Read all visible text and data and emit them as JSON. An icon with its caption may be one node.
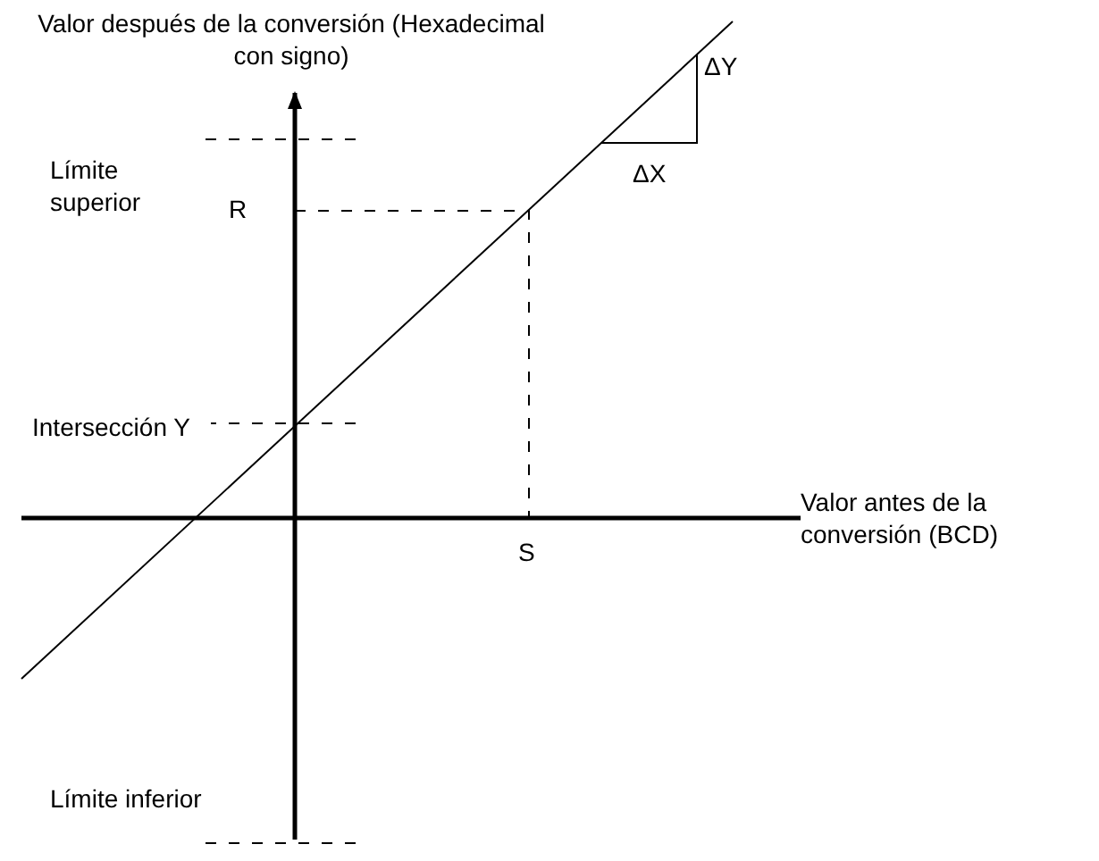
{
  "diagram": {
    "labels": [
      "Valor después de la conversión (Hexadecimal con signo)",
      "ΔY",
      "Límite superior",
      "R",
      "ΔX",
      "Intersección Y",
      "Valor antes de la conversión (BCD)",
      "S",
      "Límite inferior"
    ]
  }
}
